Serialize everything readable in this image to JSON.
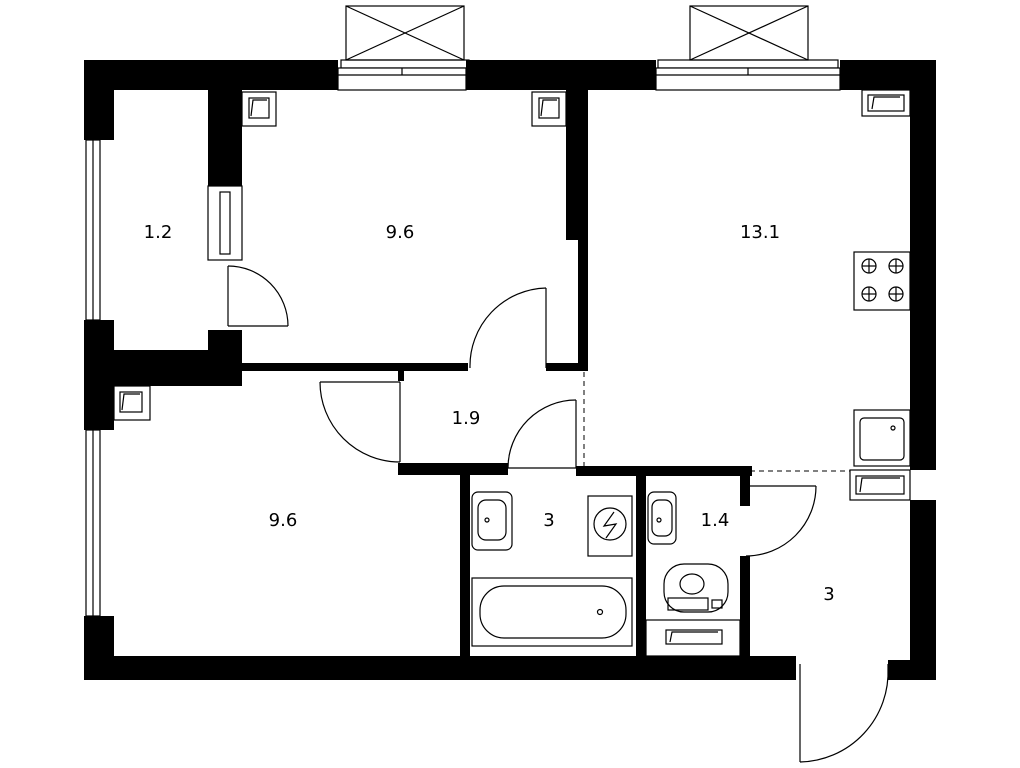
{
  "rooms": [
    {
      "id": "storage",
      "area": "1.2"
    },
    {
      "id": "bedroom-top",
      "area": "9.6"
    },
    {
      "id": "living-kitchen",
      "area": "13.1"
    },
    {
      "id": "corridor",
      "area": "1.9"
    },
    {
      "id": "bedroom-bottom",
      "area": "9.6"
    },
    {
      "id": "bathroom",
      "area": "3"
    },
    {
      "id": "toilet",
      "area": "1.4"
    },
    {
      "id": "hall",
      "area": "3"
    }
  ]
}
